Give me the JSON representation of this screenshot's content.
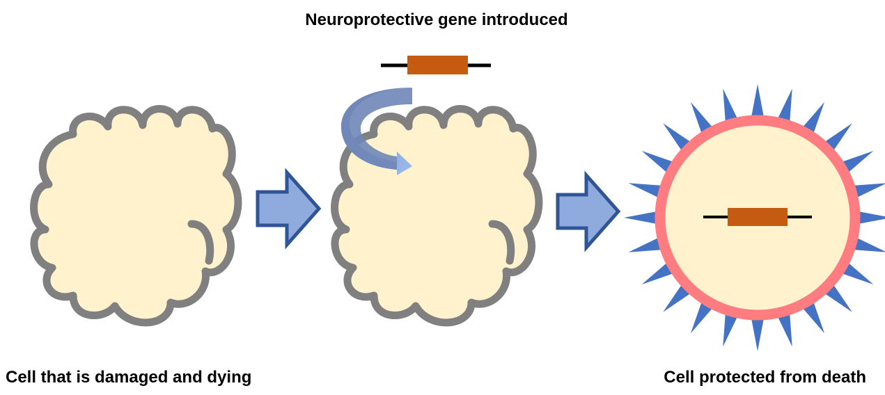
{
  "labels": {
    "top": "Neuroprotective gene introduced",
    "left": "Cell that is damaged and dying",
    "right": "Cell protected from death"
  },
  "colors": {
    "cell_fill": "#fff2cc",
    "damaged_outline": "#808080",
    "membrane": "#ff7c80",
    "spikes": "#4472c4",
    "gene_box": "#c55a11",
    "gene_line": "#000000",
    "arrow_fill": "#8faadc",
    "arrow_stroke": "#2f5597",
    "curved_arrow": "#6f8dc4"
  },
  "icons": {
    "damaged_cell": "damaged-cell-icon",
    "gene": "gene-icon",
    "protected_cell": "protected-cell-icon",
    "process_arrow": "right-arrow-icon",
    "insertion_arrow": "curved-arrow-icon"
  }
}
